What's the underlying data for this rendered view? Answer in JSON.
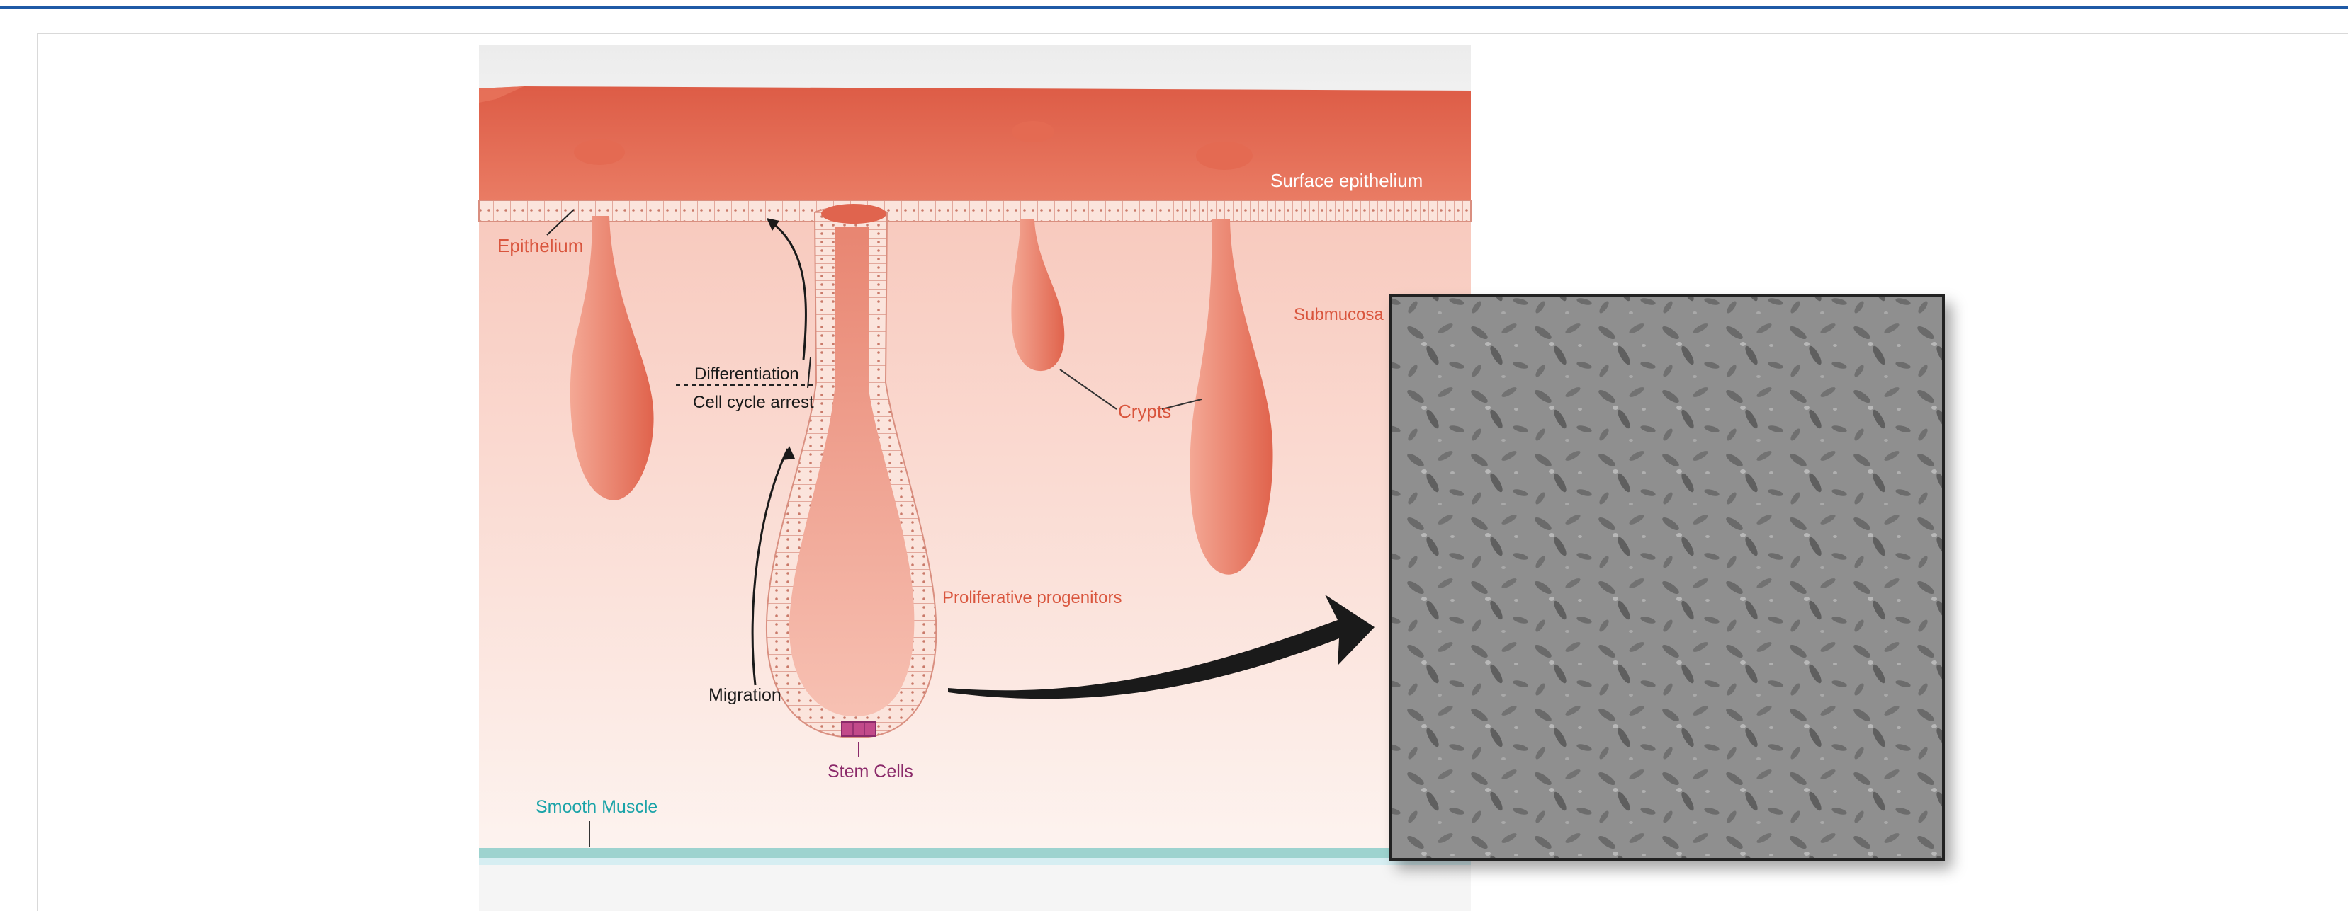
{
  "diagram": {
    "labels": {
      "surface_epithelium": "Surface epithelium",
      "epithelium": "Epithelium",
      "submucosa": "Submucosa",
      "differentiation": "Differentiation",
      "cell_cycle_arrest": "Cell cycle arrest",
      "crypts": "Crypts",
      "proliferative_progenitors": "Proliferative progenitors",
      "migration": "Migration",
      "stem_cells": "Stem Cells",
      "smooth_muscle": "Smooth Muscle"
    },
    "colors": {
      "tissue_dark": "#dd5a44",
      "tissue_mid": "#ec8a74",
      "submucosa_top": "#f8c9bd",
      "submucosa_bottom": "#fdf1ed",
      "label_red": "#d9553d",
      "label_stem": "#8b2a6a",
      "label_muscle": "#1aa3a8",
      "muscle_band": "#9dd3cf",
      "arrow": "#1a1a1a",
      "micrograph_bg": "#8d8d8d"
    }
  }
}
